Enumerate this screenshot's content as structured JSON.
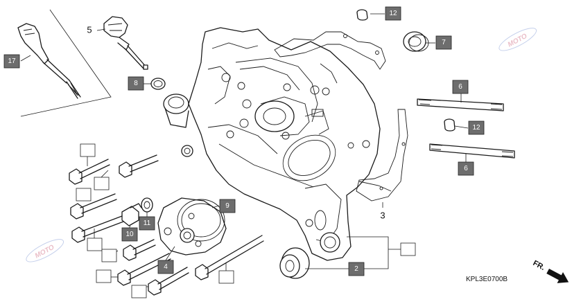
{
  "diagram": {
    "code": "KPL3E0700B",
    "front_indicator": "FR.",
    "watermark": "MOTO",
    "colors": {
      "callout_fill": "#6d6d6d",
      "line": "#1a1a1a",
      "watermark": "#d98a9c"
    },
    "callouts": {
      "c12a": "12",
      "c7": "7",
      "c17": "17",
      "c8": "8",
      "c6a": "6",
      "c12b": "12",
      "c6b": "6",
      "c9": "9",
      "c11": "11",
      "c10": "10",
      "c4": "4",
      "c2": "2"
    },
    "plain_labels": {
      "p5": "5",
      "p3": "3"
    }
  }
}
